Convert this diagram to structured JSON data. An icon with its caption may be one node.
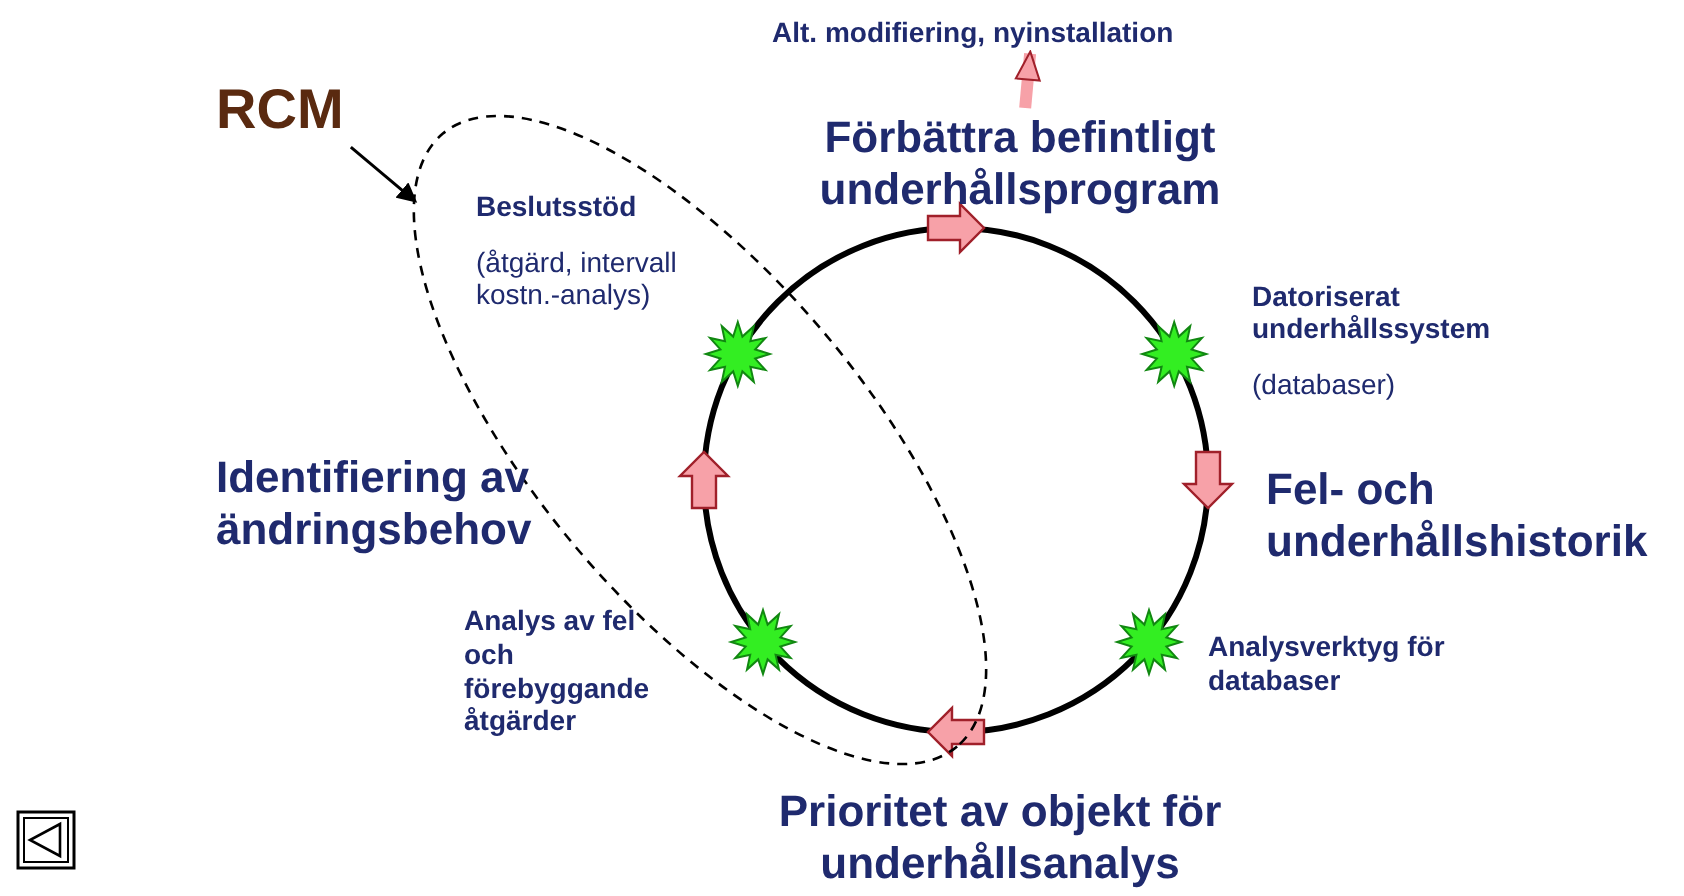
{
  "diagram": {
    "nodes": [
      {
        "text": [
          "RCM"
        ]
      },
      {
        "text": [],
        "shape": "ellipse"
      },
      {
        "text": [
          "Beslutsstöd",
          "(åtgärd, intervall kostn.-analys)"
        ],
        "in": 1
      },
      {
        "text": [
          "Analys av fel och förebyggande åtgärder"
        ]
      },
      {
        "text": [
          "Alt. modifiering, nyinstallation"
        ]
      },
      {
        "text": [
          "Förbättra befintligt underhållsprogram"
        ]
      },
      {
        "text": [
          "Datoriserat underhållssystem",
          "(databaser)"
        ]
      },
      {
        "text": [
          "Fel- och underhållshistorik"
        ]
      },
      {
        "text": [
          "Analysverktyg för databaser"
        ]
      },
      {
        "text": [
          "Prioritet av objekt för underhållsanalys"
        ]
      },
      {
        "text": [
          "Identifiering av ändringsbehov"
        ]
      }
    ],
    "edges": [
      {
        "from": 0,
        "to": 1,
        "arrow": "to"
      },
      {
        "from": 5,
        "to": 4,
        "arrow": "to",
        "style": "thick",
        "color": "#f7a1a8"
      }
    ]
  }
}
